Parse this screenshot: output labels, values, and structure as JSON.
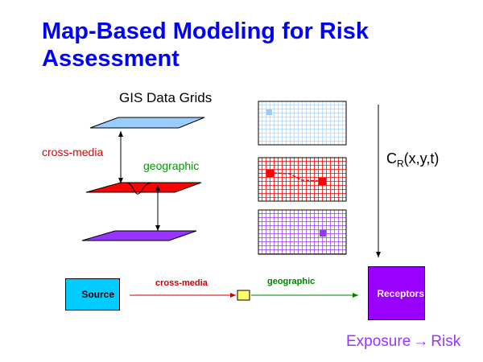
{
  "title": "Map-Based Modeling for Risk Assessment",
  "grids_label": "GIS Data Grids",
  "upper": {
    "cross_media": "cross-media",
    "geographic": "geographic"
  },
  "concentration": {
    "base": "C",
    "sub": "R",
    "args": "(x,y,t)"
  },
  "flow": {
    "source": "Source",
    "cross_media": "cross-media",
    "geographic": "geographic",
    "receptors": "Receptors"
  },
  "outcome": {
    "exposure": "Exposure",
    "arrow": "→",
    "risk": "Risk"
  },
  "colors": {
    "title": "#0000ff",
    "air": "#99ccff",
    "soil": "#ff0000",
    "water": "#9933ff",
    "source": "#00ccff",
    "receptors": "#9900ff",
    "intermediate": "#ffff66"
  }
}
